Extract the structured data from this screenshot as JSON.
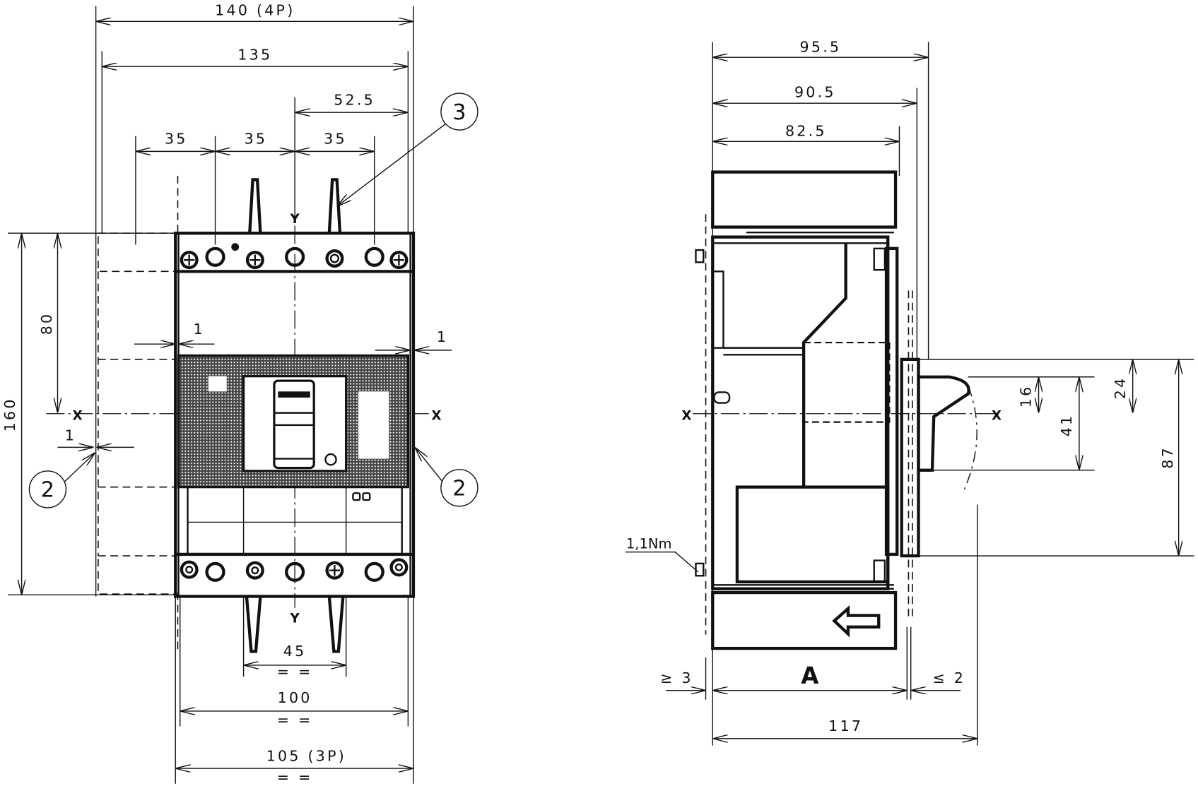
{
  "front_view": {
    "dim_width_4p": "140 (4P)",
    "dim_135": "135",
    "dim_52_5": "52.5",
    "dim_pitch": [
      "35",
      "35",
      "35"
    ],
    "dim_height": "160",
    "dim_80": "80",
    "dim_gap_top_left": "1",
    "dim_gap_right": "1",
    "dim_gap_left": "1",
    "dim_45": "45",
    "dim_100": "100",
    "dim_width_3p": "105 (3P)",
    "symmetry_mark": "= =",
    "axis_x": "X",
    "axis_y": "Y",
    "callout_2": "2",
    "callout_3": "3"
  },
  "side_view": {
    "dim_95_5": "95.5",
    "dim_90_5": "90.5",
    "dim_82_5": "82.5",
    "dim_24": "24",
    "dim_16": "16",
    "dim_41": "41",
    "dim_87": "87",
    "dim_min_3": "≥ 3",
    "dim_A": "A",
    "dim_max_2": "≤ 2",
    "dim_117": "117",
    "torque": "1,1Nm",
    "axis_x": "X"
  }
}
